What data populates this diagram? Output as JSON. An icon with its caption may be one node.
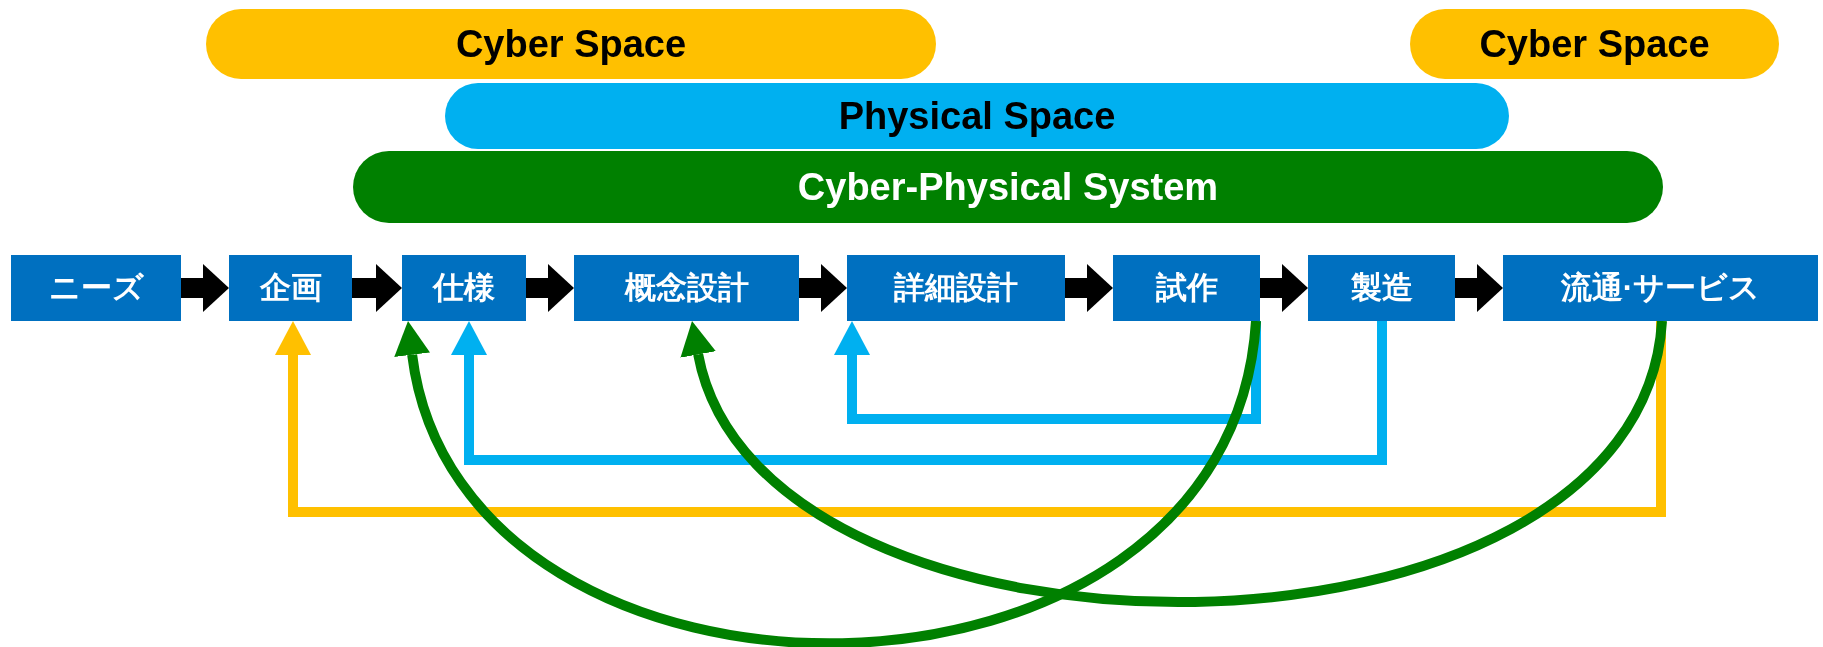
{
  "diagram": {
    "nodes": [
      {
        "text": [
          "Cyber Space"
        ]
      },
      {
        "text": [
          "Cyber Space"
        ]
      },
      {
        "text": [
          "Physical Space"
        ]
      },
      {
        "text": [
          "Cyber-Physical System"
        ]
      },
      {
        "text": [
          "ニーズ"
        ]
      },
      {
        "text": [
          "企画"
        ]
      },
      {
        "text": [
          "仕様"
        ]
      },
      {
        "text": [
          "概念設計"
        ]
      },
      {
        "text": [
          "詳細設計"
        ]
      },
      {
        "text": [
          "試作"
        ]
      },
      {
        "text": [
          "製造"
        ]
      },
      {
        "text": [
          "流通·サービス"
        ]
      }
    ],
    "edges": [
      {
        "from": 4,
        "to": 5,
        "arrow": "to"
      },
      {
        "from": 5,
        "to": 6,
        "arrow": "to"
      },
      {
        "from": 6,
        "to": 7,
        "arrow": "to"
      },
      {
        "from": 7,
        "to": 8,
        "arrow": "to"
      },
      {
        "from": 8,
        "to": 9,
        "arrow": "to"
      },
      {
        "from": 9,
        "to": 10,
        "arrow": "to"
      },
      {
        "from": 10,
        "to": 11,
        "arrow": "to"
      },
      {
        "from": 9,
        "to": 8,
        "arrow": "to",
        "color": "#00b0f0"
      },
      {
        "from": 10,
        "to": 6,
        "arrow": "to",
        "color": "#00b0f0"
      },
      {
        "from": 11,
        "to": 5,
        "arrow": "to",
        "color": "#ffc000"
      },
      {
        "from": 9,
        "to": 6,
        "arrow": "to",
        "color": "#008000"
      },
      {
        "from": 11,
        "to": 7,
        "arrow": "to",
        "color": "#008000"
      }
    ]
  }
}
